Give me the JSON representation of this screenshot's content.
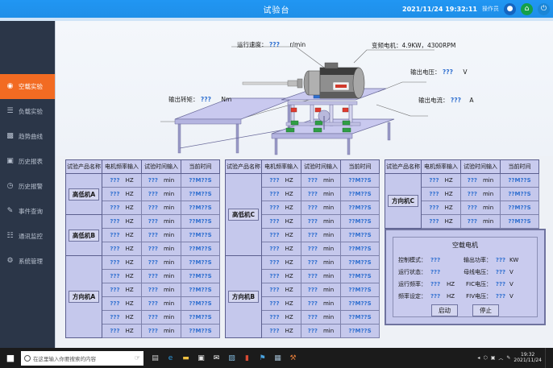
{
  "window": {
    "title": "试验台",
    "datetime": "2021/11/24 19:32:11",
    "user": "操作员",
    "icons": {
      "person": "person-icon",
      "home": "home-icon",
      "power": "power-icon"
    }
  },
  "sidebar": {
    "items": [
      {
        "label": "空载实验",
        "icon": "gauge-icon",
        "active": true
      },
      {
        "label": "负载实验",
        "icon": "list-icon",
        "active": false
      },
      {
        "label": "趋势曲线",
        "icon": "bar-chart-icon",
        "active": false
      },
      {
        "label": "历史报表",
        "icon": "report-icon",
        "active": false
      },
      {
        "label": "历史报警",
        "icon": "clock-alert-icon",
        "active": false
      },
      {
        "label": "事件查询",
        "icon": "edit-doc-icon",
        "active": false
      },
      {
        "label": "通讯监控",
        "icon": "sliders-icon",
        "active": false
      },
      {
        "label": "系统管理",
        "icon": "gear-icon",
        "active": false
      }
    ]
  },
  "diagram": {
    "labels": [
      {
        "name": "run-speed",
        "text": "运行速度：",
        "value": "???",
        "unit": "r/min"
      },
      {
        "name": "vfd-motor",
        "text": "变频电机：4.9KW，4300RPM",
        "value": "",
        "unit": ""
      },
      {
        "name": "output-voltage",
        "text": "输出电压：",
        "value": "???",
        "unit": "V"
      },
      {
        "name": "output-torque",
        "text": "输出转矩：",
        "value": "???",
        "unit": "Nm"
      },
      {
        "name": "output-current",
        "text": "输出电流：",
        "value": "???",
        "unit": "A"
      }
    ]
  },
  "table": {
    "headers": [
      "试验产品名称",
      "电机频率输入",
      "试验时间输入",
      "当前时间"
    ],
    "units": {
      "frequency": "HZ",
      "time": "min"
    },
    "placeholder": "???",
    "current_time_value": "??M??S",
    "columns": [
      {
        "name": "column-1",
        "groups": [
          {
            "product": "高低机A",
            "rows": 3
          },
          {
            "product": "高低机B",
            "rows": 3
          },
          {
            "product": "方向机A",
            "rows": 6
          }
        ]
      },
      {
        "name": "column-2",
        "groups": [
          {
            "product": "高低机C",
            "rows": 6
          },
          {
            "product": "方向机B",
            "rows": 6
          }
        ]
      },
      {
        "name": "column-3",
        "groups": [
          {
            "product": "方向机C",
            "rows": 4
          }
        ]
      }
    ]
  },
  "motor_panel": {
    "title": "空载电机",
    "rows": [
      {
        "left_label": "控制模式：",
        "left_value": "???",
        "left_unit": "",
        "right_label": "输出功率：",
        "right_value": "???",
        "right_unit": "KW"
      },
      {
        "left_label": "运行状态：",
        "left_value": "???",
        "left_unit": "",
        "right_label": "母线电压：",
        "right_value": "???",
        "right_unit": "V"
      },
      {
        "left_label": "运行频率：",
        "left_value": "???",
        "left_unit": "HZ",
        "right_label": "FIC电压：",
        "right_value": "???",
        "right_unit": "V"
      },
      {
        "left_label": "频率设定：",
        "left_value": "???",
        "left_unit": "HZ",
        "right_label": "FIV电压：",
        "right_value": "???",
        "right_unit": "V"
      }
    ],
    "buttons": {
      "start": "启动",
      "stop": "停止"
    }
  },
  "taskbar": {
    "search_placeholder": "在这里输入你要搜索的内容",
    "clock_time": "19:32",
    "clock_date": "2021/11/24",
    "apps": [
      {
        "name": "task-view-icon",
        "glyph": "▤",
        "color": "#cfcfcf",
        "bg": "transparent"
      },
      {
        "name": "edge-icon",
        "glyph": "e",
        "color": "#2d9ae0",
        "bg": "transparent"
      },
      {
        "name": "file-explorer-icon",
        "glyph": "▬",
        "color": "#f0c040",
        "bg": "transparent"
      },
      {
        "name": "store-icon",
        "glyph": "▣",
        "color": "#e8e8e8",
        "bg": "transparent"
      },
      {
        "name": "mail-icon",
        "glyph": "✉",
        "color": "#ffffff",
        "bg": "transparent"
      },
      {
        "name": "photos-icon",
        "glyph": "▨",
        "color": "#7fb5d8",
        "bg": "transparent"
      },
      {
        "name": "pdf-icon",
        "glyph": "▮",
        "color": "#d84a34",
        "bg": "transparent"
      },
      {
        "name": "tools-icon",
        "glyph": "⚑",
        "color": "#4aa3df",
        "bg": "transparent"
      },
      {
        "name": "app-icon",
        "glyph": "▦",
        "color": "#9fb8cc",
        "bg": "transparent"
      },
      {
        "name": "hmi-app-icon",
        "glyph": "⚒",
        "color": "#e07b39",
        "bg": "transparent"
      }
    ],
    "tray": [
      {
        "name": "pen-icon",
        "glyph": "✎"
      },
      {
        "name": "chevron-up-icon",
        "glyph": "︿"
      },
      {
        "name": "shield-icon",
        "glyph": "▣"
      },
      {
        "name": "network-icon",
        "glyph": "⬡"
      },
      {
        "name": "volume-icon",
        "glyph": "◂"
      }
    ]
  }
}
